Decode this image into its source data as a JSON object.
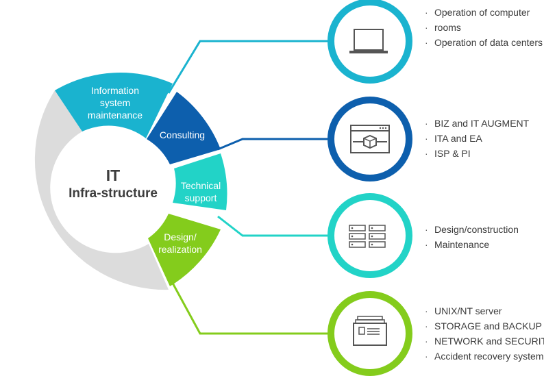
{
  "center": {
    "line1": "IT",
    "line2": "Infra-structure"
  },
  "segments": {
    "information": {
      "lines": [
        "Information",
        "system",
        "maintenance"
      ],
      "color": "#1ab3cf"
    },
    "consulting": {
      "lines": [
        "Consulting"
      ],
      "color": "#0d5fad"
    },
    "technical": {
      "lines": [
        "Technical",
        "support"
      ],
      "color": "#22d3c7"
    },
    "design": {
      "lines": [
        "Design/",
        "realization"
      ],
      "color": "#84cc1c"
    },
    "remaining": {
      "color": "#dcdcdc"
    }
  },
  "groups": [
    {
      "icon": "laptop-icon",
      "color": "#1ab3cf",
      "items": [
        "Operation of computer",
        "rooms",
        "Operation of data centers"
      ]
    },
    {
      "icon": "cube-window-icon",
      "color": "#0d5fad",
      "items": [
        "BIZ and IT AUGMENT",
        "ITA and EA",
        "ISP & PI"
      ]
    },
    {
      "icon": "server-rack-icon",
      "color": "#22d3c7",
      "items": [
        "Design/construction",
        "Maintenance"
      ]
    },
    {
      "icon": "archive-box-icon",
      "color": "#84cc1c",
      "items": [
        "UNIX/NT server",
        "STORAGE and BACKUP",
        "NETWORK and SECURITY",
        "Accident recovery system"
      ]
    }
  ]
}
